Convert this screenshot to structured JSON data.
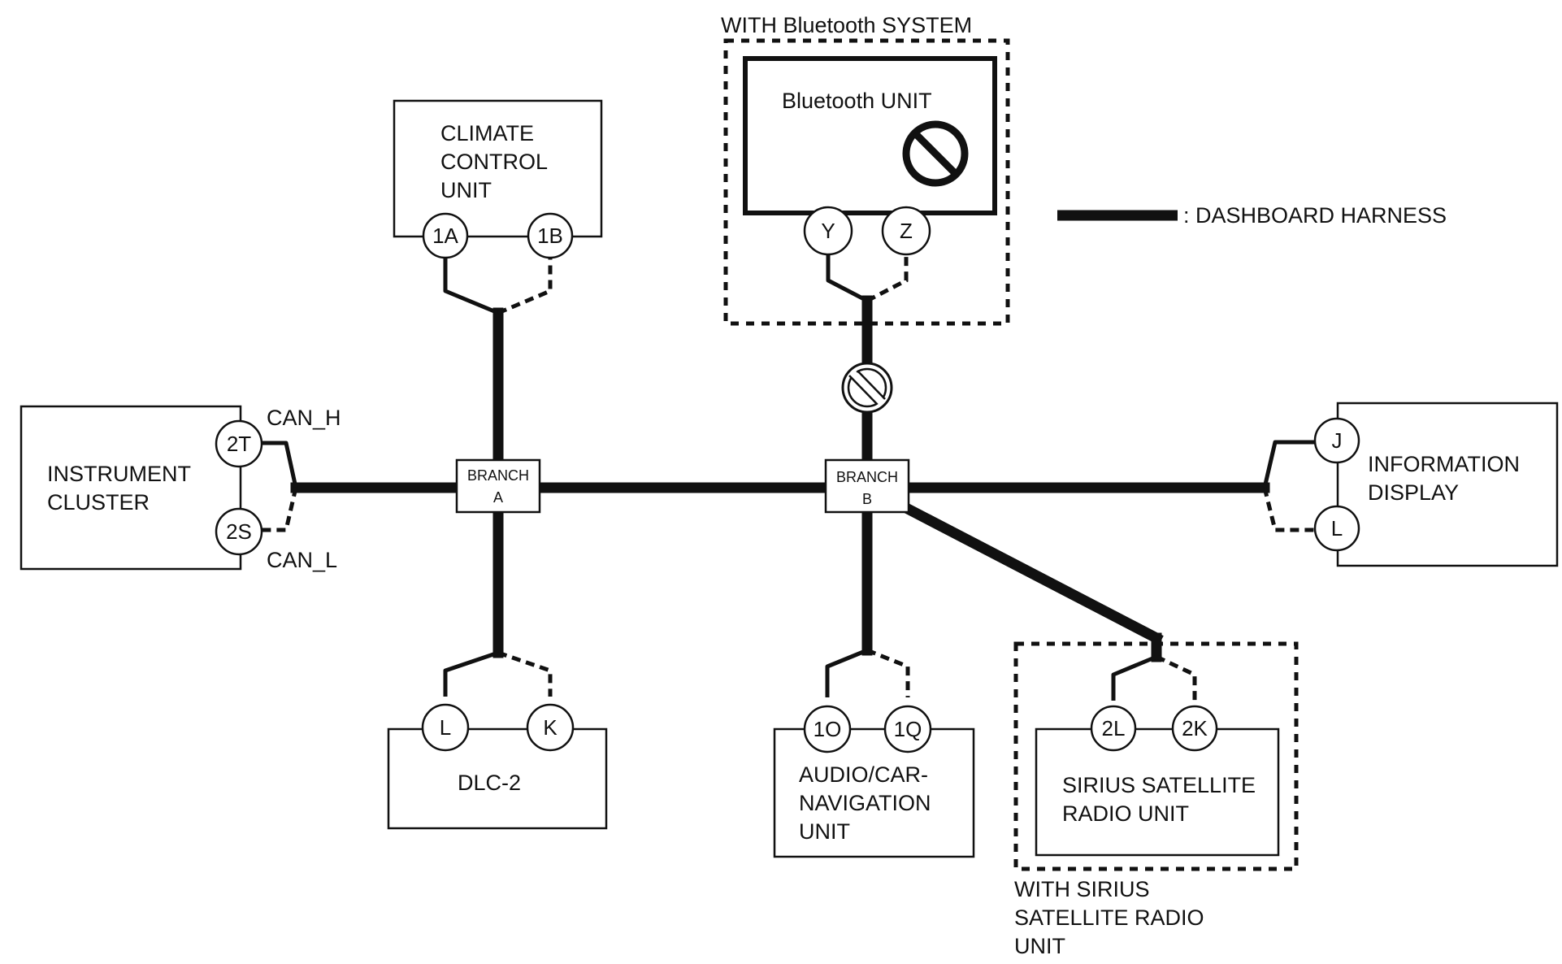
{
  "units": {
    "climate": [
      "CLIMATE",
      "CONTROL",
      "UNIT"
    ],
    "bluetooth": "Bluetooth UNIT",
    "instrument": [
      "INSTRUMENT",
      "CLUSTER"
    ],
    "information": [
      "INFORMATION",
      "DISPLAY"
    ],
    "dlc": "DLC-2",
    "audio": [
      "AUDIO/CAR-",
      "NAVIGATION",
      "UNIT"
    ],
    "sirius": [
      "SIRIUS SATELLITE",
      "RADIO UNIT"
    ]
  },
  "connectors": {
    "c1A": "1A",
    "c1B": "1B",
    "cY": "Y",
    "cZ": "Z",
    "c2T": "2T",
    "c2S": "2S",
    "cJ": "J",
    "cL_info": "L",
    "cL_dlc": "L",
    "cK": "K",
    "c1O": "1O",
    "c1Q": "1Q",
    "c2L": "2L",
    "c2K": "2K"
  },
  "branches": {
    "a": [
      "BRANCH",
      "A"
    ],
    "b": [
      "BRANCH",
      "B"
    ]
  },
  "signals": {
    "can_h": "CAN_H",
    "can_l": "CAN_L"
  },
  "options": {
    "bluetooth": "WITH Bluetooth SYSTEM",
    "sirius": [
      "WITH SIRIUS",
      "SATELLITE RADIO",
      "UNIT"
    ]
  },
  "legend": {
    "label": ": DASHBOARD HARNESS"
  },
  "icons": {
    "prohibited": "prohibited-icon"
  },
  "colors": {
    "line": "#111111",
    "background": "#ffffff"
  }
}
